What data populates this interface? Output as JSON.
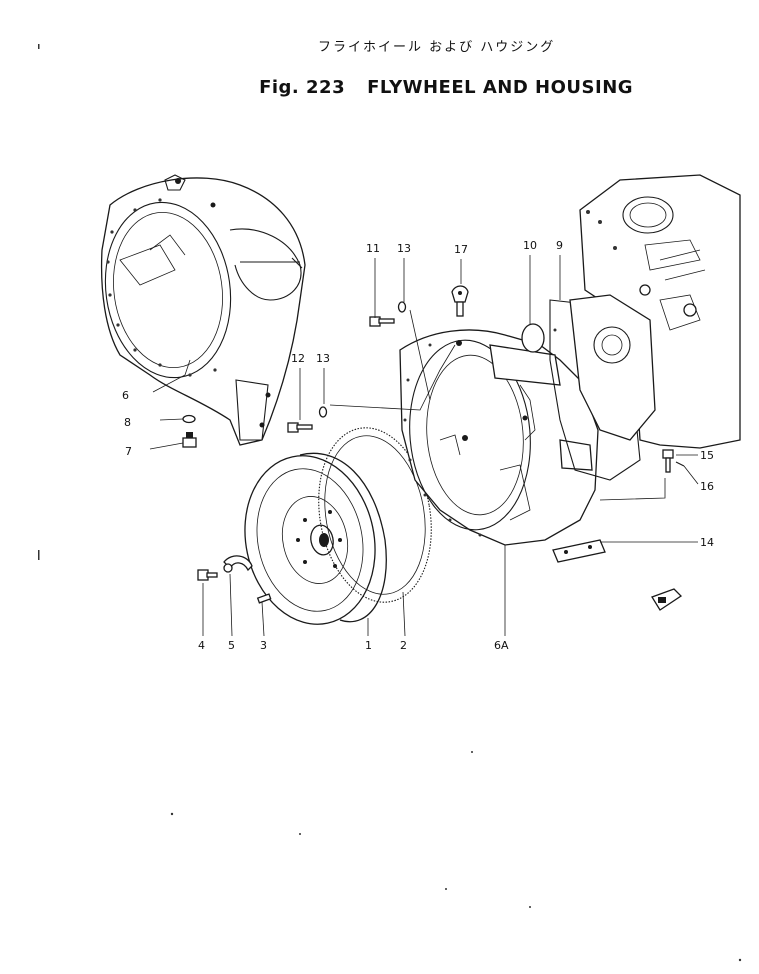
{
  "header": {
    "title_jp": "フライホイール および ハウジング",
    "figure_label": "Fig. 223",
    "title_en": "FLYWHEEL AND HOUSING"
  },
  "callouts": {
    "p1": "1",
    "p2": "2",
    "p3": "3",
    "p4": "4",
    "p5": "5",
    "p6": "6",
    "p6a": "6A",
    "p7": "7",
    "p8": "8",
    "p9": "9",
    "p10": "10",
    "p11": "11",
    "p12": "12",
    "p13a": "13",
    "p13b": "13",
    "p14": "14",
    "p15": "15",
    "p16": "16",
    "p17": "17"
  },
  "colors": {
    "ink": "#1a1a1a",
    "paper": "#ffffff"
  },
  "icons": {
    "front_arrow": "front-direction-arrow-icon"
  }
}
